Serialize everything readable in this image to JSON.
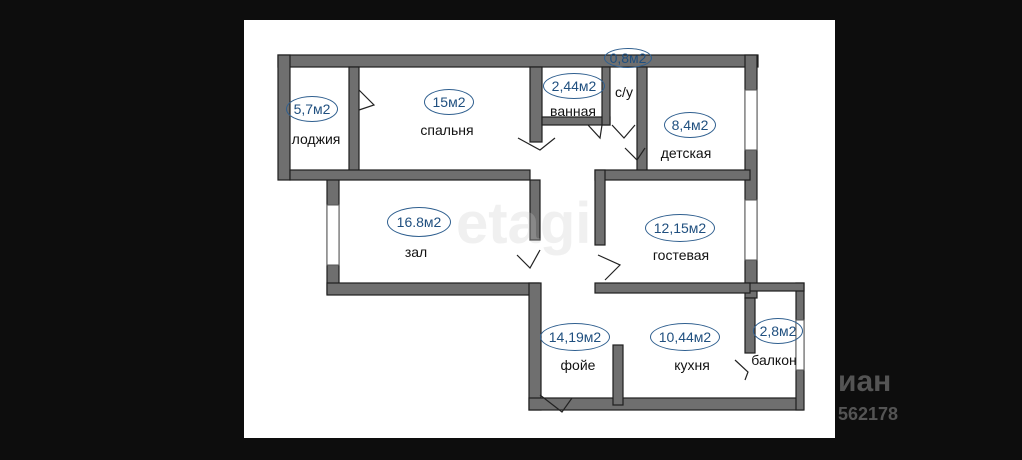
{
  "rooms": {
    "loggia": {
      "area": "5,7м2",
      "name": "лоджия"
    },
    "bedroom": {
      "area": "15м2",
      "name": "спальня"
    },
    "bath": {
      "area": "2,44м2",
      "name": "ванная"
    },
    "wc": {
      "area": "0,8м2",
      "name": "с/у"
    },
    "kids": {
      "area": "8,4м2",
      "name": "детская"
    },
    "hall": {
      "area": "16.8м2",
      "name": "зал"
    },
    "guest": {
      "area": "12,15м2",
      "name": "гостевая"
    },
    "foyer": {
      "area": "14,19м2",
      "name": "фойе"
    },
    "kitchen": {
      "area": "10,44м2",
      "name": "кухня"
    },
    "balcony": {
      "area": "2,8м2",
      "name": "балкон"
    }
  },
  "watermarks": {
    "center": "etagi",
    "corner_brand": "иан",
    "corner_id": "562178"
  }
}
